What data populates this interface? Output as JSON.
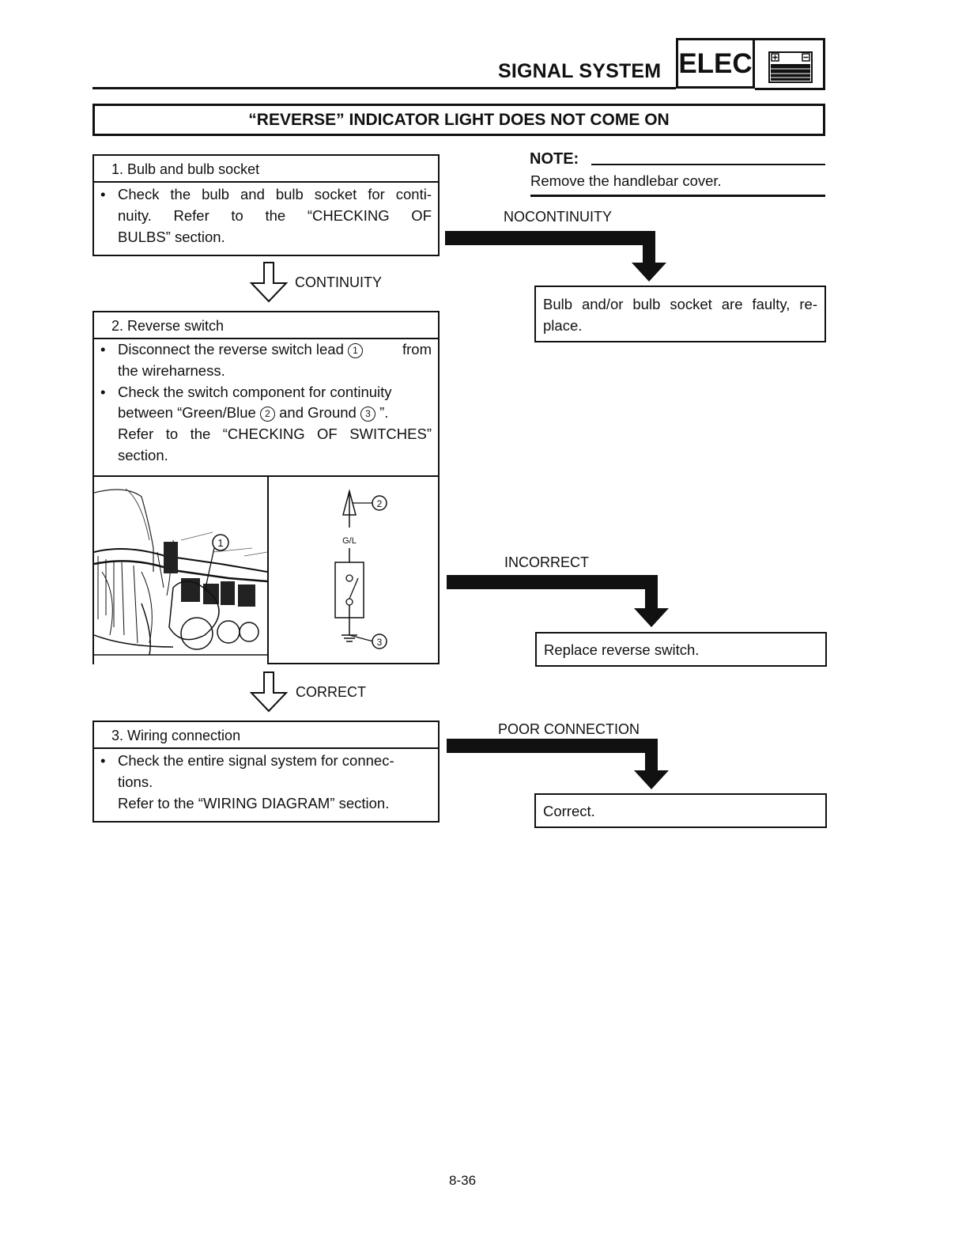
{
  "header": {
    "title": "SIGNAL SYSTEM",
    "section_code": "ELEC",
    "section_icon": "battery-icon"
  },
  "banner": "“REVERSE” INDICATOR LIGHT DOES NOT COME ON",
  "note": {
    "title": "NOTE:",
    "text": "Remove the handlebar cover."
  },
  "steps": [
    {
      "title": "1. Bulb and bulb socket",
      "lines": [
        "Check the bulb and bulb socket for conti-",
        "nuity. Refer to the “CHECKING OF",
        "BULBS” section."
      ]
    },
    {
      "title": "2. Reverse switch",
      "bullet1": [
        "Disconnect the reverse switch lead",
        "from",
        "the wireharness."
      ],
      "bullet2": [
        "Check the switch component for continuity",
        "between “Green/Blue",
        "and Ground",
        "”.",
        "Refer to the “CHECKING OF SWITCHES”",
        "section."
      ]
    },
    {
      "title": "3. Wiring connection",
      "lines": [
        "Check the entire signal system for connec-",
        "tions.",
        "Refer to the “WIRING DIAGRAM” section."
      ]
    }
  ],
  "callouts": {
    "one": "1",
    "two": "2",
    "three": "3"
  },
  "diagram": {
    "wire_label": "G/L"
  },
  "flow_labels": {
    "continuity": "CONTINUITY",
    "correct": "CORRECT",
    "no_continuity": "NOCONTINUITY",
    "incorrect": "INCORRECT",
    "poor_connection": "POOR CONNECTION"
  },
  "results": {
    "bulb_faulty": [
      "Bulb and/or bulb socket are faulty, re-",
      "place."
    ],
    "replace_switch": "Replace reverse switch.",
    "correct": "Correct."
  },
  "page_number": "8-36"
}
